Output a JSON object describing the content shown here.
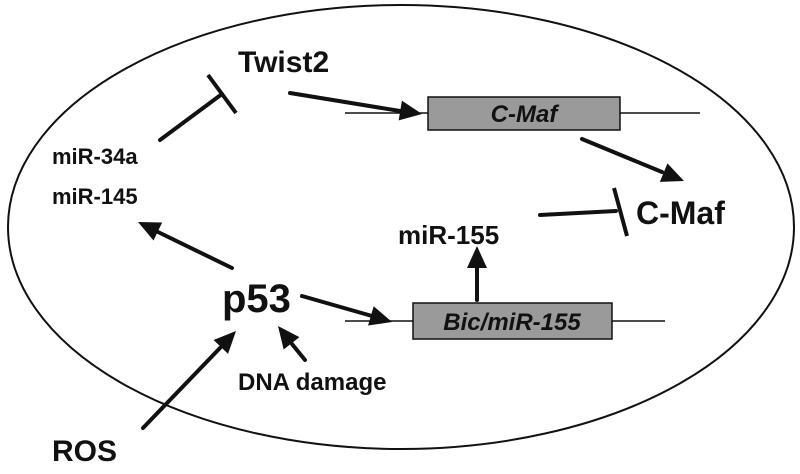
{
  "nodes": {
    "twist2": "Twist2",
    "mir34a": "miR-34a",
    "mir145": "miR-145",
    "p53": "p53",
    "ros": "ROS",
    "dna_damage": "DNA damage",
    "mir155": "miR-155",
    "cmaf_protein": "C-Maf"
  },
  "genes": {
    "cmaf_gene": "C-Maf",
    "bic_gene": "Bic/miR-155"
  },
  "colors": {
    "stroke": "#111111",
    "gene_box_fill": "#9a9a9a",
    "background": "#ffffff"
  }
}
